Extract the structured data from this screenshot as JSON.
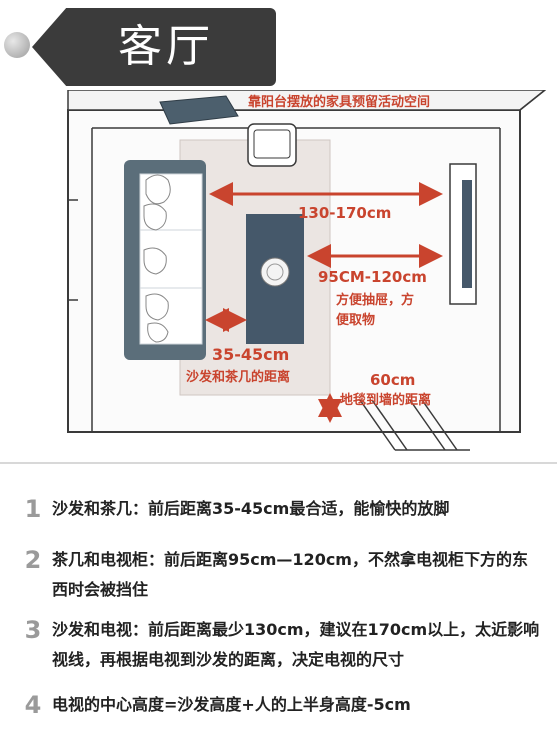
{
  "header": {
    "title": "客厅"
  },
  "plan": {
    "top_note": "靠阳台摆放的家具预留活动空间",
    "sofa_tv_distance": "130-170cm",
    "table_tv_distance": "95CM-120cm",
    "table_tv_note_line1": "方便抽屉，方",
    "table_tv_note_line2": "便取物",
    "sofa_table_distance": "35-45cm",
    "sofa_table_note": "沙发和茶几的距离",
    "rug_wall_distance": "60cm",
    "rug_wall_note": "地毯到墙的距离"
  },
  "colors": {
    "accent": "#c9442e",
    "sofa": "#5b6e7a",
    "rug": "#ebe5e2",
    "coffee_table": "#45586a",
    "wall": "#3a3a3a"
  },
  "icons": [
    "sofa-icon",
    "armchair-icon",
    "coffee-table-icon",
    "tv-icon",
    "rug-icon",
    "plant-icon"
  ],
  "tips": [
    {
      "num": "1",
      "text": "沙发和茶几：前后距离35-45cm最合适，能愉快的放脚"
    },
    {
      "num": "2",
      "text": "茶几和电视柜：前后距离95cm—120cm，不然拿电视柜下方的东西时会被挡住"
    },
    {
      "num": "3",
      "text": "沙发和电视：前后距离最少130cm，建议在170cm以上，太近影响视线，再根据电视到沙发的距离，决定电视的尺寸"
    },
    {
      "num": "4",
      "text": "电视的中心高度=沙发高度+人的上半身高度-5cm"
    }
  ]
}
